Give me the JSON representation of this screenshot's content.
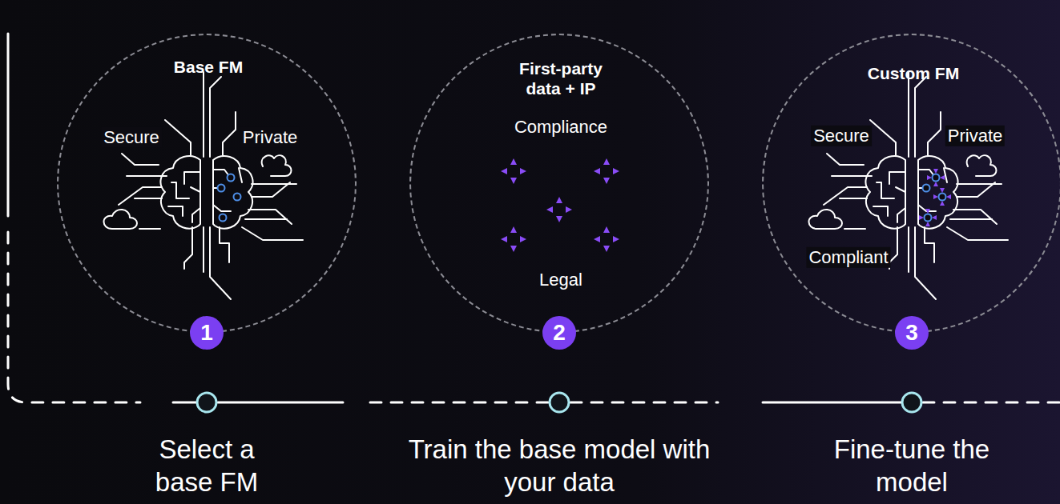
{
  "diagram": {
    "nodes": [
      {
        "text": [
          "Base FM",
          "Secure",
          "Private"
        ]
      },
      {
        "text": [
          "First-party data + IP",
          "Compliance",
          "Legal"
        ]
      },
      {
        "text": [
          "Custom FM",
          "Secure",
          "Private",
          "Compliant"
        ]
      },
      {
        "text": [
          "1"
        ]
      },
      {
        "text": [
          "2"
        ]
      },
      {
        "text": [
          "3"
        ]
      }
    ],
    "labels": [
      "Select a base FM",
      "Train the base model with your data",
      "Fine-tune the model"
    ]
  }
}
